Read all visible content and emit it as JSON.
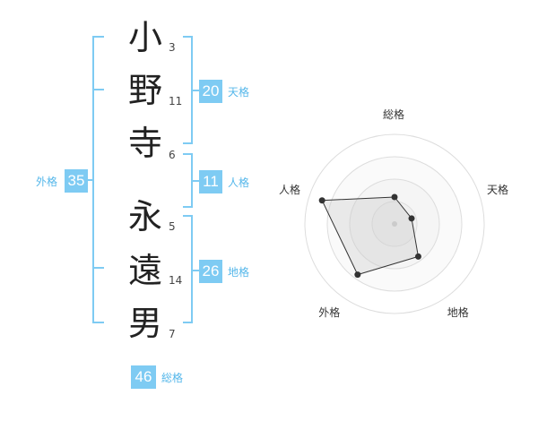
{
  "name_chars": [
    {
      "char": "小",
      "strokes": "3"
    },
    {
      "char": "野",
      "strokes": "11"
    },
    {
      "char": "寺",
      "strokes": "6"
    },
    {
      "char": "永",
      "strokes": "5"
    },
    {
      "char": "遠",
      "strokes": "14"
    },
    {
      "char": "男",
      "strokes": "7"
    }
  ],
  "kaku": {
    "tenkaku": {
      "value": "20",
      "label": "天格"
    },
    "jinkaku": {
      "value": "11",
      "label": "人格"
    },
    "chikaku": {
      "value": "26",
      "label": "地格"
    },
    "gaikaku": {
      "value": "35",
      "label": "外格"
    },
    "soukaku": {
      "value": "46",
      "label": "総格"
    }
  },
  "colors": {
    "accent": "#7ecbf3",
    "accent_text": "#55b7ea"
  },
  "chart_data": {
    "type": "radar",
    "axes": [
      "総格",
      "天格",
      "地格",
      "外格",
      "人格"
    ],
    "values": [
      0.3,
      0.2,
      0.45,
      0.7,
      0.85
    ],
    "range": [
      0,
      1
    ],
    "rings": 4
  }
}
